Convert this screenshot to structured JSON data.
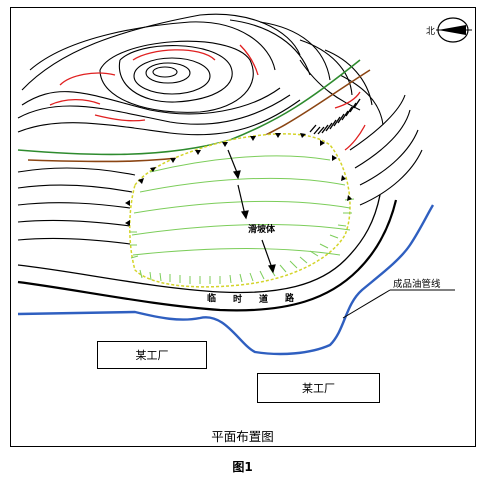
{
  "labels": {
    "north_marker": "北",
    "landslide": "滑坡体",
    "road": [
      "临",
      "时",
      "道",
      "路"
    ],
    "pipeline": "成品油管线",
    "factory_1": "某工厂",
    "factory_2": "某工厂"
  },
  "captions": {
    "plan": "平面布置图",
    "figure": "图1"
  },
  "colors": {
    "contour": "#000000",
    "contour_highlight": "#e02020",
    "contour_green": "#2e8b2e",
    "contour_brown": "#8b4513",
    "landslide_lines": "#7ccd5a",
    "landslide_edge": "#d4d42a",
    "river": "#2f5fc0"
  }
}
